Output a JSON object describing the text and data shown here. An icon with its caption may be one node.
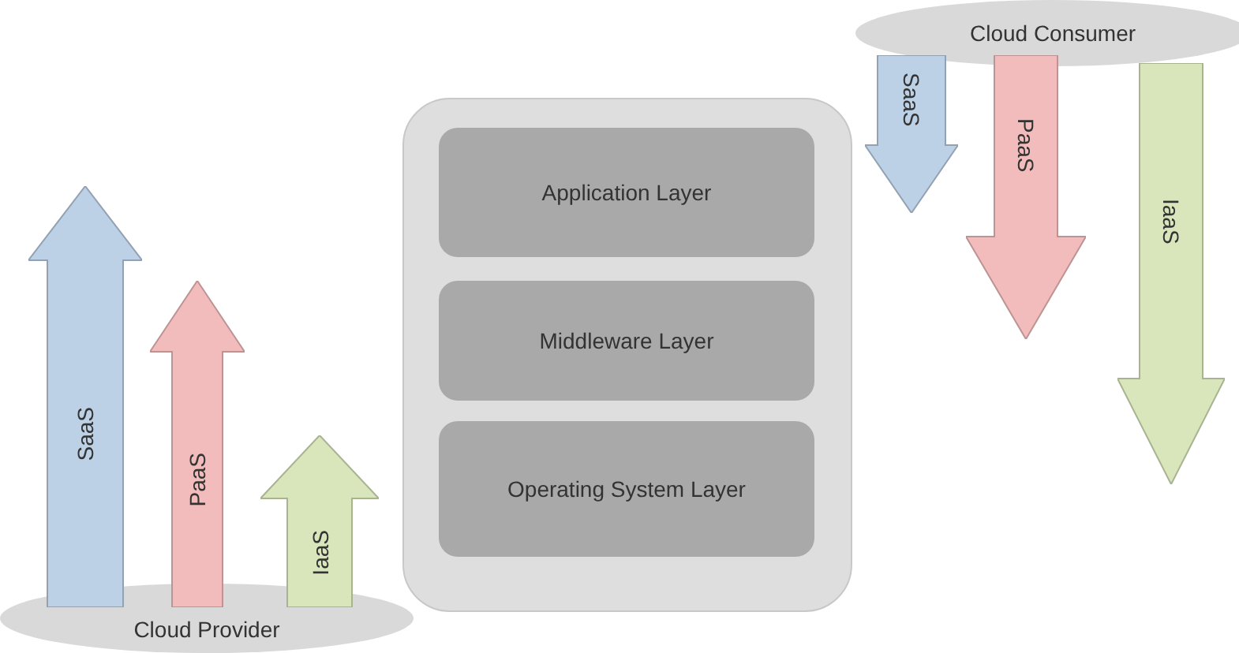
{
  "diagram": {
    "nodes": [
      {
        "text": [
          "Cloud Provider"
        ]
      },
      {
        "text": [],
        "shape": "box"
      },
      {
        "text": [
          "Application Layer"
        ],
        "in": 1
      },
      {
        "text": [
          "Middleware Layer"
        ],
        "in": 1
      },
      {
        "text": [
          "Operating System Layer"
        ],
        "in": 1
      },
      {
        "text": [
          "Cloud Consumer"
        ]
      }
    ],
    "edges": [
      {
        "from": 0,
        "to": null,
        "arrow": "to",
        "label": "SaaS",
        "style": "thick",
        "color": "#bcd0e6"
      },
      {
        "from": 0,
        "to": null,
        "arrow": "to",
        "label": "PaaS",
        "style": "thick",
        "color": "#f2bcbc"
      },
      {
        "from": 0,
        "to": null,
        "arrow": "to",
        "label": "IaaS",
        "style": "thick",
        "color": "#d9e6bb"
      },
      {
        "from": 5,
        "to": null,
        "arrow": "to",
        "label": "SaaS",
        "style": "thick",
        "color": "#bcd0e6"
      },
      {
        "from": 5,
        "to": null,
        "arrow": "to",
        "label": "PaaS",
        "style": "thick",
        "color": "#f2bcbc"
      },
      {
        "from": 5,
        "to": null,
        "arrow": "to",
        "label": "IaaS",
        "style": "thick",
        "color": "#d9e6bb"
      }
    ]
  }
}
